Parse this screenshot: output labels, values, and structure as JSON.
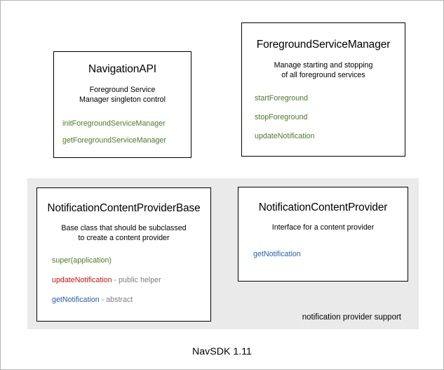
{
  "diagram": {
    "footer_label": "NavSDK 1.11",
    "group": {
      "caption": "notification provider support",
      "background_color": "#eaeaea"
    },
    "colors": {
      "method_green": "#4c7a2a",
      "method_blue": "#2a5caa",
      "method_red": "#cc1111",
      "annotation_gray": "#808080",
      "box_border": "#000000",
      "canvas_background": "#ffffff"
    },
    "boxes": [
      {
        "id": "navigation-api",
        "title": "NavigationAPI",
        "description_line1": "Foreground Service",
        "description_line2": "Manager singleton control",
        "members": [
          {
            "name": "initForegroundServiceManager",
            "color": "green",
            "note": ""
          },
          {
            "name": "getForegroundServiceManager",
            "color": "green",
            "note": ""
          }
        ]
      },
      {
        "id": "foreground-service-manager",
        "title": "ForegroundServiceManager",
        "description_line1": "Manage starting and stopping",
        "description_line2": "of all foreground services",
        "members": [
          {
            "name": "startForeground",
            "color": "green",
            "note": ""
          },
          {
            "name": "stopForeground",
            "color": "green",
            "note": ""
          },
          {
            "name": "updateNotification",
            "color": "green",
            "note": ""
          }
        ]
      },
      {
        "id": "notification-content-provider-base",
        "title": "NotificationContentProviderBase",
        "description_line1": "Base class that should be subclassed",
        "description_line2": "to create a content provider",
        "members": [
          {
            "name": "super(application)",
            "color": "green",
            "note": ""
          },
          {
            "name": "updateNotification",
            "color": "red",
            "note": " - public helper"
          },
          {
            "name": "getNotification",
            "color": "blue",
            "note": " - abstract"
          }
        ]
      },
      {
        "id": "notification-content-provider",
        "title": "NotificationContentProvider",
        "description_line1": "Interface for a content provider",
        "description_line2": "",
        "members": [
          {
            "name": "getNotification",
            "color": "blue",
            "note": ""
          }
        ]
      }
    ]
  }
}
